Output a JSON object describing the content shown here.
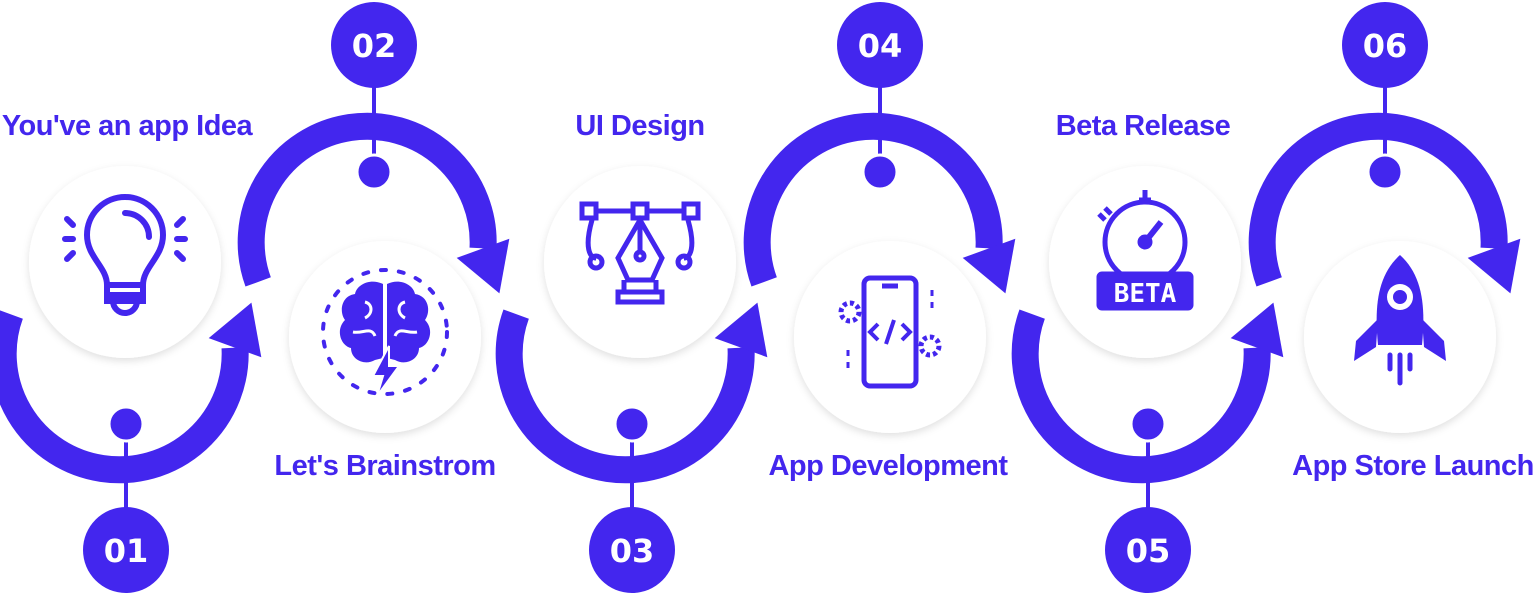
{
  "accent_color": "#4326EE",
  "steps": [
    {
      "number": "01",
      "label": "You've an app Idea",
      "icon": "lightbulb-icon"
    },
    {
      "number": "02",
      "label": "Let's Brainstrom",
      "icon": "brain-icon"
    },
    {
      "number": "03",
      "label": "UI Design",
      "icon": "pen-tool-icon"
    },
    {
      "number": "04",
      "label": "App Development",
      "icon": "mobile-code-icon"
    },
    {
      "number": "05",
      "label": "Beta Release",
      "icon": "stopwatch-beta-icon"
    },
    {
      "number": "06",
      "label": "App Store Launch",
      "icon": "rocket-icon"
    }
  ],
  "beta_badge_text": "BETA"
}
